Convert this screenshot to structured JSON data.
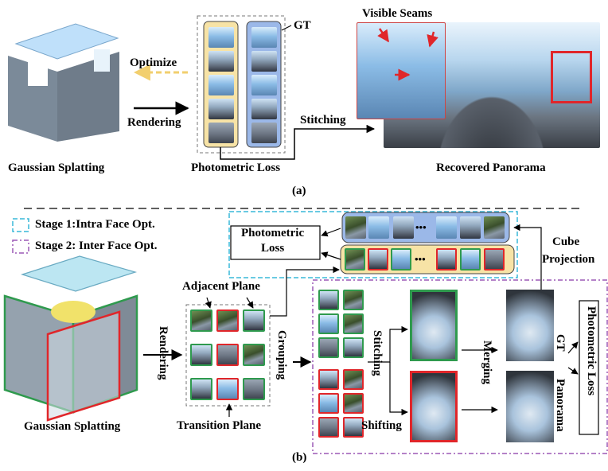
{
  "colors": {
    "optimize_arrow": "#f2cf6e",
    "loss_panel_fill": "#f7e3a6",
    "gt_panel_fill": "#9bb8e8",
    "stage1": "#39b8d8",
    "stage2": "#9b58b5",
    "red": "#e0262a",
    "green": "#2f9a4e"
  },
  "part_a": {
    "optimize": "Optimize",
    "rendering": "Rendering",
    "gaussian_splatting": "Gaussian Splatting",
    "gt": "GT",
    "photometric_loss": "Photometric Loss",
    "stitching": "Stitching",
    "visible_seams": "Visible Seams",
    "recovered_panorama": "Recovered Panorama",
    "caption": "(a)"
  },
  "part_b": {
    "stage1": "Stage 1:Intra Face Opt.",
    "stage2": "Stage 2: Inter Face Opt.",
    "photometric_loss_line1": "Photometric",
    "photometric_loss_line2": "Loss",
    "cube_projection_line1": "Cube",
    "cube_projection_line2": "Projection",
    "ellipsis": "•••",
    "adjacent_plane": "Adjacent Plane",
    "transition_plane": "Transition Plane",
    "rendering": "Rendering",
    "grouping": "Grouping",
    "stitching": "Stitching",
    "shifting": "Shifting",
    "merging": "Merging",
    "gt": "GT",
    "panorama": "Panorama",
    "photometric_loss_vertical": "Photometric Loss",
    "gaussian_splatting": "Gaussian Splatting",
    "caption": "(b)"
  }
}
